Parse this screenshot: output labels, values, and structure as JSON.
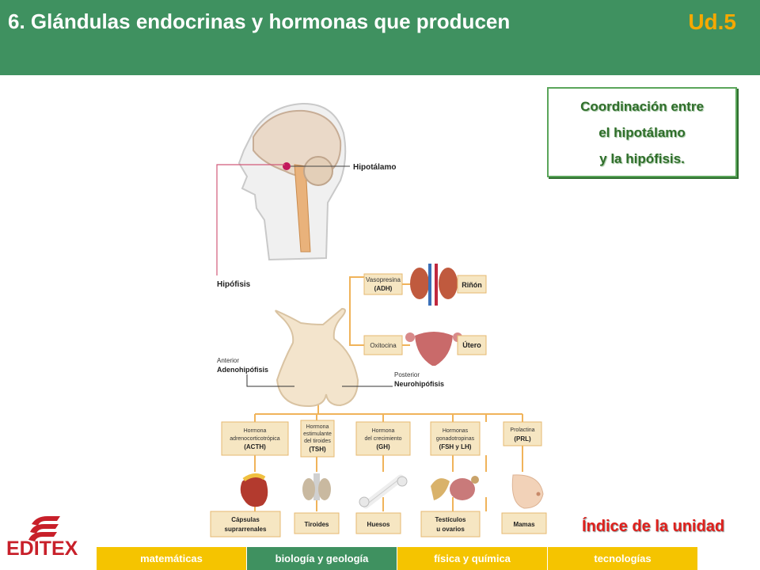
{
  "header": {
    "title": "6. Glándulas endocrinas y hormonas que producen",
    "unit": "Ud.5"
  },
  "infobox": {
    "lines": [
      "Coordinación entre",
      "el hipotálamo",
      "y la hipófisis."
    ]
  },
  "figure": {
    "hipotalamo": "Hipotálamo",
    "hipofisis": "Hipófisis",
    "anterior": "Anterior",
    "adenohipofisis": "Adenohipófisis",
    "posterior": "Posterior",
    "neurohipofisis": "Neurohipófisis",
    "vasopresina": [
      "Vasopresina",
      "(ADH)"
    ],
    "rinon": "Riñón",
    "oxitocina": "Oxitocina",
    "utero": "Útero",
    "hormones": [
      [
        "Hormona",
        "adrenocorticotrópica",
        "(ACTH)"
      ],
      [
        "Hormona",
        "estimulante",
        "del tiroides",
        "(TSH)"
      ],
      [
        "Hormona",
        "del crecimiento",
        "(GH)"
      ],
      [
        "Hormonas",
        "gonadotropinas",
        "(FSH y LH)"
      ],
      [
        "Prolactina",
        "(PRL)"
      ]
    ],
    "targets": [
      [
        "Cápsulas",
        "suprarrenales"
      ],
      [
        "Tiroides"
      ],
      [
        "Huesos"
      ],
      [
        "Testículos",
        "u ovarios"
      ],
      [
        "Mamas"
      ]
    ]
  },
  "index_link": "Índice de la unidad",
  "logo": {
    "text": "EDITEX"
  },
  "tabs": [
    {
      "label": "matemáticas",
      "color": "#f5c400"
    },
    {
      "label": "biología y geología",
      "color": "#3f9160"
    },
    {
      "label": "física y química",
      "color": "#f5c400"
    },
    {
      "label": "tecnologías",
      "color": "#f5c400"
    }
  ],
  "colors": {
    "header": "#3f9160",
    "accent": "#f5a800",
    "link": "#e0201c",
    "box": "#f6e6c2"
  }
}
